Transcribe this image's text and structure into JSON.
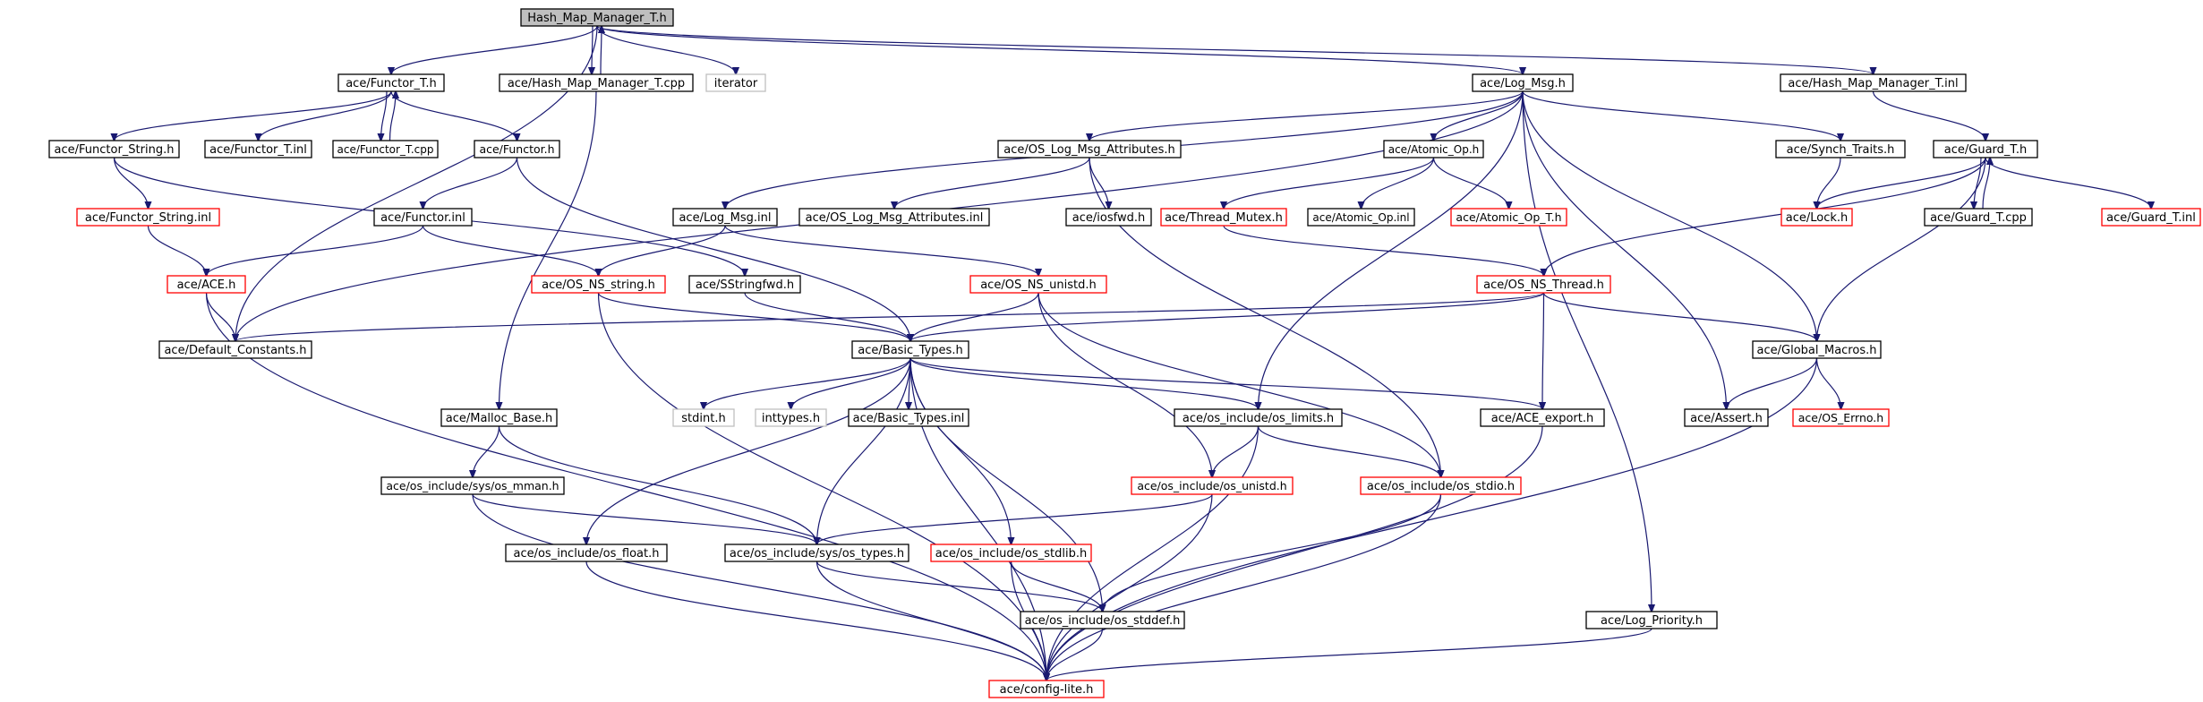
{
  "colors": {
    "edge": "#191970",
    "border_normal": "#000000",
    "border_incomplete": "#ff0000",
    "border_external": "#bfbfbf",
    "fill_root": "#bfbfbf",
    "fill_node": "#ffffff"
  },
  "nodes": [
    {
      "id": "n01",
      "label": "Hash_Map_Manager_T.h",
      "kind": "root"
    },
    {
      "id": "n02",
      "label": "ace/Functor_T.h",
      "kind": "normal"
    },
    {
      "id": "n03",
      "label": "ace/Hash_Map_Manager_T.cpp",
      "kind": "normal"
    },
    {
      "id": "n04",
      "label": "iterator",
      "kind": "external"
    },
    {
      "id": "n05",
      "label": "ace/Log_Msg.h",
      "kind": "normal"
    },
    {
      "id": "n06",
      "label": "ace/Hash_Map_Manager_T.inl",
      "kind": "normal"
    },
    {
      "id": "n07",
      "label": "ace/Functor_String.h",
      "kind": "normal"
    },
    {
      "id": "n08",
      "label": "ace/Functor_T.inl",
      "kind": "normal"
    },
    {
      "id": "n09",
      "label": "ace/Functor_T.cpp",
      "kind": "normal"
    },
    {
      "id": "n10",
      "label": "ace/Functor.h",
      "kind": "normal"
    },
    {
      "id": "n11",
      "label": "ace/OS_Log_Msg_Attributes.h",
      "kind": "normal"
    },
    {
      "id": "n12",
      "label": "ace/Atomic_Op.h",
      "kind": "normal"
    },
    {
      "id": "n13",
      "label": "ace/Synch_Traits.h",
      "kind": "normal"
    },
    {
      "id": "n14",
      "label": "ace/Guard_T.h",
      "kind": "normal"
    },
    {
      "id": "n15",
      "label": "ace/Functor_String.inl",
      "kind": "incomplete"
    },
    {
      "id": "n16",
      "label": "ace/Functor.inl",
      "kind": "normal"
    },
    {
      "id": "n17",
      "label": "ace/Log_Msg.inl",
      "kind": "normal"
    },
    {
      "id": "n18",
      "label": "ace/OS_Log_Msg_Attributes.inl",
      "kind": "normal"
    },
    {
      "id": "n19",
      "label": "ace/iosfwd.h",
      "kind": "normal"
    },
    {
      "id": "n20",
      "label": "ace/Thread_Mutex.h",
      "kind": "incomplete"
    },
    {
      "id": "n21",
      "label": "ace/Atomic_Op.inl",
      "kind": "normal"
    },
    {
      "id": "n22",
      "label": "ace/Atomic_Op_T.h",
      "kind": "incomplete"
    },
    {
      "id": "n23",
      "label": "ace/Lock.h",
      "kind": "incomplete"
    },
    {
      "id": "n24",
      "label": "ace/Guard_T.cpp",
      "kind": "normal"
    },
    {
      "id": "n25",
      "label": "ace/Guard_T.inl",
      "kind": "incomplete"
    },
    {
      "id": "n26",
      "label": "ace/ACE.h",
      "kind": "incomplete"
    },
    {
      "id": "n27",
      "label": "ace/OS_NS_string.h",
      "kind": "incomplete"
    },
    {
      "id": "n28",
      "label": "ace/SStringfwd.h",
      "kind": "normal"
    },
    {
      "id": "n29",
      "label": "ace/OS_NS_unistd.h",
      "kind": "incomplete"
    },
    {
      "id": "n30",
      "label": "ace/OS_NS_Thread.h",
      "kind": "incomplete"
    },
    {
      "id": "n31",
      "label": "ace/Default_Constants.h",
      "kind": "normal"
    },
    {
      "id": "n32",
      "label": "ace/Basic_Types.h",
      "kind": "normal"
    },
    {
      "id": "n33",
      "label": "ace/Global_Macros.h",
      "kind": "normal"
    },
    {
      "id": "n34",
      "label": "ace/Malloc_Base.h",
      "kind": "normal"
    },
    {
      "id": "n35",
      "label": "stdint.h",
      "kind": "external"
    },
    {
      "id": "n36",
      "label": "inttypes.h",
      "kind": "external"
    },
    {
      "id": "n37",
      "label": "ace/Basic_Types.inl",
      "kind": "normal"
    },
    {
      "id": "n38",
      "label": "ace/os_include/os_limits.h",
      "kind": "normal"
    },
    {
      "id": "n39",
      "label": "ace/ACE_export.h",
      "kind": "normal"
    },
    {
      "id": "n40",
      "label": "ace/Assert.h",
      "kind": "normal"
    },
    {
      "id": "n41",
      "label": "ace/OS_Errno.h",
      "kind": "incomplete"
    },
    {
      "id": "n42",
      "label": "ace/os_include/sys/os_mman.h",
      "kind": "normal"
    },
    {
      "id": "n43",
      "label": "ace/os_include/os_unistd.h",
      "kind": "incomplete"
    },
    {
      "id": "n44",
      "label": "ace/os_include/os_stdio.h",
      "kind": "incomplete"
    },
    {
      "id": "n45",
      "label": "ace/os_include/os_float.h",
      "kind": "normal"
    },
    {
      "id": "n46",
      "label": "ace/os_include/sys/os_types.h",
      "kind": "normal"
    },
    {
      "id": "n47",
      "label": "ace/os_include/os_stdlib.h",
      "kind": "incomplete"
    },
    {
      "id": "n48",
      "label": "ace/os_include/os_stddef.h",
      "kind": "normal"
    },
    {
      "id": "n49",
      "label": "ace/Log_Priority.h",
      "kind": "normal"
    },
    {
      "id": "n50",
      "label": "ace/config-lite.h",
      "kind": "incomplete"
    }
  ]
}
